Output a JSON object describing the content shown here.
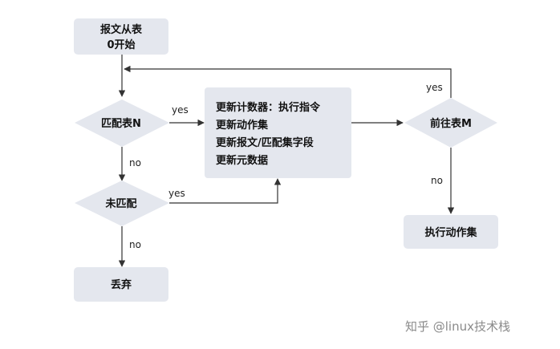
{
  "colors": {
    "node_fill": "#e4e7ee",
    "line": "#333333",
    "watermark": "#8a8a8a"
  },
  "nodes": {
    "start": [
      "报文从表",
      "0开始"
    ],
    "match_table": "匹配表N",
    "unmatched": "未匹配",
    "discard": "丢弃",
    "update": [
      "更新计数器：执行指令",
      "更新动作集",
      "更新报文/匹配集字段",
      "更新元数据"
    ],
    "goto_table": "前往表M",
    "exec_actions": "执行动作集"
  },
  "edges": {
    "yes_match": "yes",
    "no_match": "no",
    "yes_unmatched": "yes",
    "no_unmatched": "no",
    "yes_goto": "yes",
    "no_goto": "no"
  },
  "watermark": {
    "brand_icon": "zhihu-logo-icon",
    "text": "知乎 @linux技术栈"
  }
}
